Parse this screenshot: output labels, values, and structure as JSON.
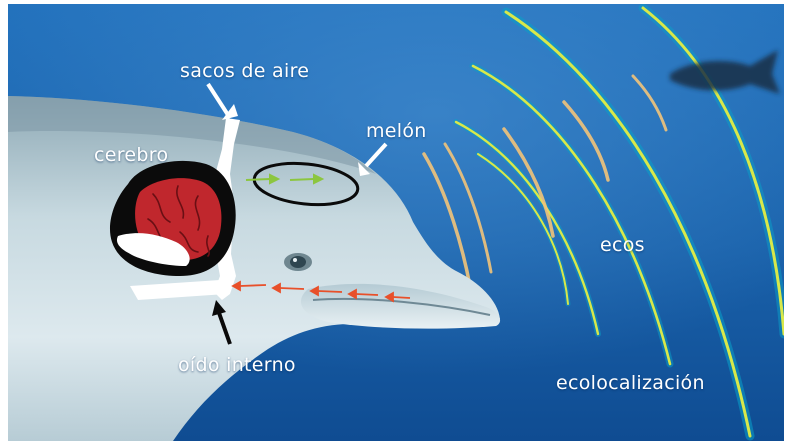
{
  "labels": {
    "air_sacs": "sacos de aire",
    "brain": "cerebro",
    "melon": "melón",
    "echoes": "ecos",
    "inner_ear": "oído interno",
    "echolocation": "ecolocalización"
  },
  "colors": {
    "water_top": "#1f6db8",
    "water_bottom": "#0d4a90",
    "dolphin_body": "#b9cfd8",
    "brain": "#c0272d",
    "outgoing_click_arrows": "#8cc63f",
    "returning_echo_arrows": "#e8502a",
    "sonar_waves": "#d8e84a",
    "echo_waves": "#f2c47a"
  }
}
